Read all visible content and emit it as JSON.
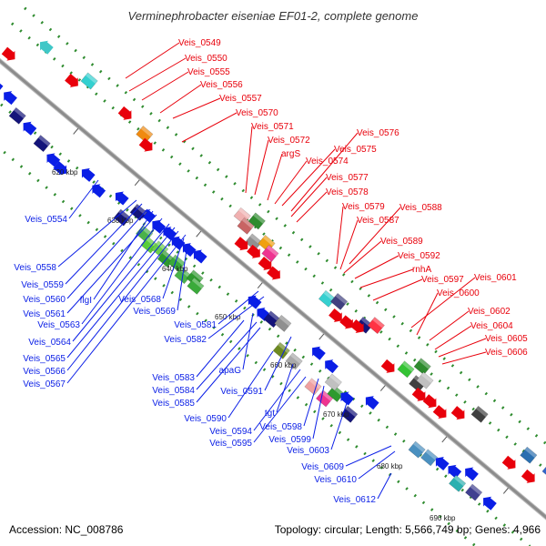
{
  "title": "Verminephrobacter eiseniae EF01-2, complete genome",
  "footer": {
    "accession_label": "Accession:",
    "accession": "NC_008786",
    "topology_label": "Topology:",
    "topology": "circular",
    "length_label": "Length:",
    "length": "5,566,749 bp",
    "genes_label": "Genes:",
    "genes": "4,966"
  },
  "colors": {
    "forward_strand": "#e8000b",
    "reverse_strand": "#0a1ee6",
    "backbone": "#8c8c8c",
    "guide_dots": "#2e8b2e"
  },
  "ticks": [
    "620 kbp",
    "630 kbp",
    "640 kbp",
    "650 kbp",
    "660 kbp",
    "670 kbp",
    "680 kbp",
    "690 kbp"
  ],
  "labels_top": [
    "Veis_0549",
    "Veis_0550",
    "Veis_0555",
    "Veis_0556",
    "Veis_0557",
    "Veis_0570",
    "Veis_0571",
    "Veis_0572",
    "argS",
    "Veis_0574",
    "Veis_0575",
    "Veis_0576",
    "Veis_0577",
    "Veis_0578",
    "Veis_0579",
    "Veis_0587",
    "Veis_0588",
    "Veis_0589",
    "Veis_0592",
    "rnhA",
    "Veis_0597",
    "Veis_0601",
    "Veis_0600",
    "Veis_0602",
    "Veis_0604",
    "Veis_0605",
    "Veis_0606"
  ],
  "labels_bottom": [
    "Veis_0554",
    "Veis_0558",
    "Veis_0559",
    "Veis_0560",
    "flgI",
    "Veis_0561",
    "Veis_0563",
    "Veis_0564",
    "Veis_0565",
    "Veis_0566",
    "Veis_0567",
    "Veis_0568",
    "Veis_0569",
    "Veis_0581",
    "Veis_0582",
    "Veis_0583",
    "apaG",
    "Veis_0584",
    "Veis_0585",
    "Veis_0591",
    "Veis_0590",
    "tgt",
    "Veis_0594",
    "Veis_0598",
    "Veis_0595",
    "Veis_0599",
    "Veis_0603",
    "Veis_0609",
    "Veis_0610",
    "Veis_0612"
  ]
}
